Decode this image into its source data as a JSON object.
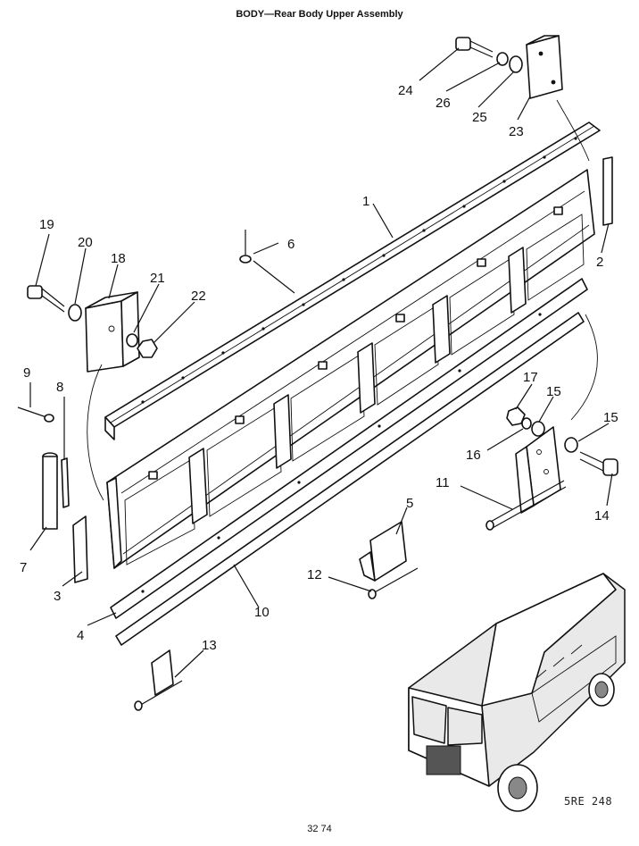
{
  "header": {
    "title": "BODY—Rear Body Upper Assembly"
  },
  "footer": {
    "page_number": "32 74",
    "reference_code": "5RE 248"
  },
  "callouts": {
    "c1": "1",
    "c2": "2",
    "c3": "3",
    "c4": "4",
    "c5": "5",
    "c6": "6",
    "c7": "7",
    "c8": "8",
    "c9": "9",
    "c10": "10",
    "c11": "11",
    "c12": "12",
    "c13": "13",
    "c14": "14",
    "c15a": "15",
    "c15b": "15",
    "c16": "16",
    "c17": "17",
    "c18": "18",
    "c19": "19",
    "c20": "20",
    "c21": "21",
    "c22": "22",
    "c23": "23",
    "c24": "24",
    "c25": "25",
    "c26": "26"
  }
}
